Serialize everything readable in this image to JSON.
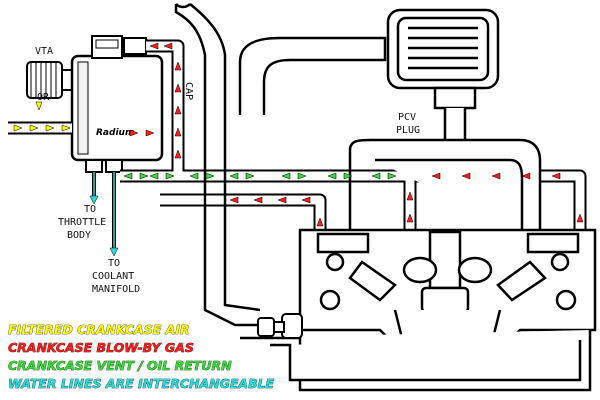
{
  "labels": {
    "vta": "VTA",
    "or": "OR",
    "cap": "CAP",
    "pcv": "PCV",
    "plug": "PLUG",
    "to_throttle_1": "TO",
    "to_throttle_2": "THROTTLE",
    "to_throttle_3": "BODY",
    "to_coolant_1": "TO",
    "to_coolant_2": "COOLANT",
    "to_coolant_3": "MANIFOLD",
    "brand": "Radium"
  },
  "legend": [
    {
      "text": "FILTERED CRANKCASE AIR",
      "color": "#ffff00"
    },
    {
      "text": "CRANKCASE BLOW-BY GAS",
      "color": "#ff1a1a"
    },
    {
      "text": "CRANKCASE VENT / OIL RETURN",
      "color": "#33dd33"
    },
    {
      "text": "WATER LINES ARE INTERCHANGEABLE",
      "color": "#22dddd"
    }
  ],
  "colors": {
    "air": "#ffff00",
    "blowby": "#ff1a1a",
    "vent": "#33dd33",
    "water": "#22dddd",
    "line": "#000000"
  }
}
